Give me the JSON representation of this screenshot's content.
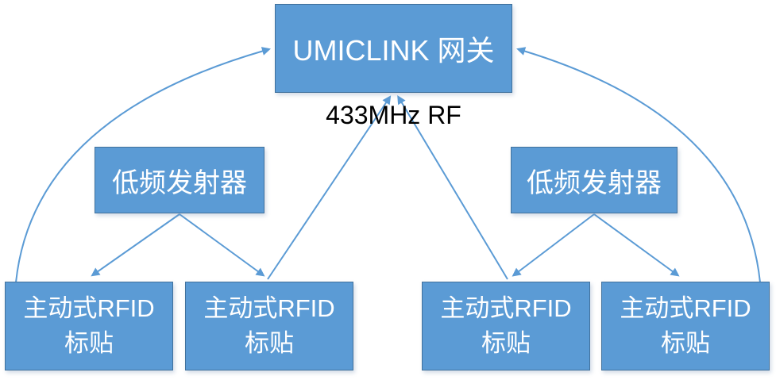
{
  "colors": {
    "node_fill": "#5B9BD5",
    "node_border": "#41719C",
    "arrow": "#5B9BD5",
    "node_text": "#FFFFFF",
    "rf_text": "#000000",
    "background": "#FFFFFF"
  },
  "diagram": {
    "gateway": {
      "label": "UMICLINK 网关"
    },
    "rf_label": {
      "text": "433MHz RF"
    },
    "transmitters": [
      {
        "label": "低频发射器"
      },
      {
        "label": "低频发射器"
      }
    ],
    "tags": [
      {
        "line1": "主动式RFID",
        "line2": "标贴"
      },
      {
        "line1": "主动式RFID",
        "line2": "标贴"
      },
      {
        "line1": "主动式RFID",
        "line2": "标贴"
      },
      {
        "line1": "主动式RFID",
        "line2": "标贴"
      }
    ],
    "links": [
      {
        "from": "rfid-tag-1",
        "to": "gateway",
        "style": "arc"
      },
      {
        "from": "rfid-tag-2",
        "to": "gateway",
        "style": "straight"
      },
      {
        "from": "rfid-tag-3",
        "to": "gateway",
        "style": "straight"
      },
      {
        "from": "rfid-tag-4",
        "to": "gateway",
        "style": "arc"
      },
      {
        "from": "transmitter-left",
        "to": "rfid-tag-1",
        "style": "straight"
      },
      {
        "from": "transmitter-left",
        "to": "rfid-tag-2",
        "style": "straight"
      },
      {
        "from": "transmitter-right",
        "to": "rfid-tag-3",
        "style": "straight"
      },
      {
        "from": "transmitter-right",
        "to": "rfid-tag-4",
        "style": "straight"
      }
    ]
  }
}
